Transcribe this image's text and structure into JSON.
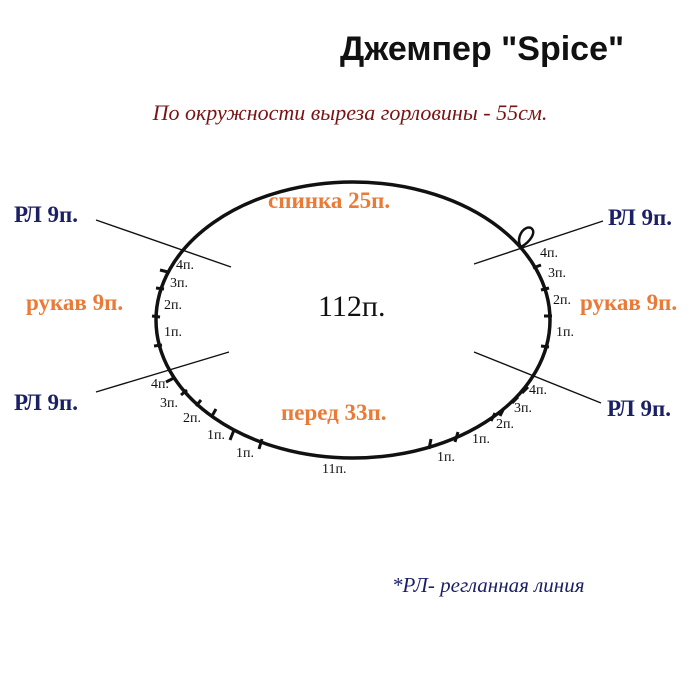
{
  "title": "Джемпер \"Spice\"",
  "subtitle": "По окружности выреза горловины - 55см.",
  "center_total": "112п.",
  "sections": {
    "back": "спинка 25п.",
    "front": "перед 33п.",
    "sleeve_left": "рукав 9п.",
    "sleeve_right": "рукав 9п.",
    "front_bottom": "11п."
  },
  "raglan_lines": {
    "top_left": "РЛ 9п.",
    "bottom_left": "РЛ 9п.",
    "top_right": "РЛ 9п.",
    "bottom_right": "РЛ 9п."
  },
  "stitch_labels": {
    "left_upper": [
      "4п.",
      "3п.",
      "2п.",
      "1п."
    ],
    "left_lower": [
      "4п.",
      "3п.",
      "2п.",
      "1п.",
      "1п."
    ],
    "right_upper": [
      "4п.",
      "3п.",
      "2п.",
      "1п."
    ],
    "right_lower": [
      "4п.",
      "3п.",
      "2п.",
      "1п.",
      "1п."
    ]
  },
  "footnote": "*РЛ- регланная линия",
  "colors": {
    "raglan": "#1a1f66",
    "part": "#ea7a36",
    "subtitle": "#7a1414",
    "line": "#111111"
  }
}
